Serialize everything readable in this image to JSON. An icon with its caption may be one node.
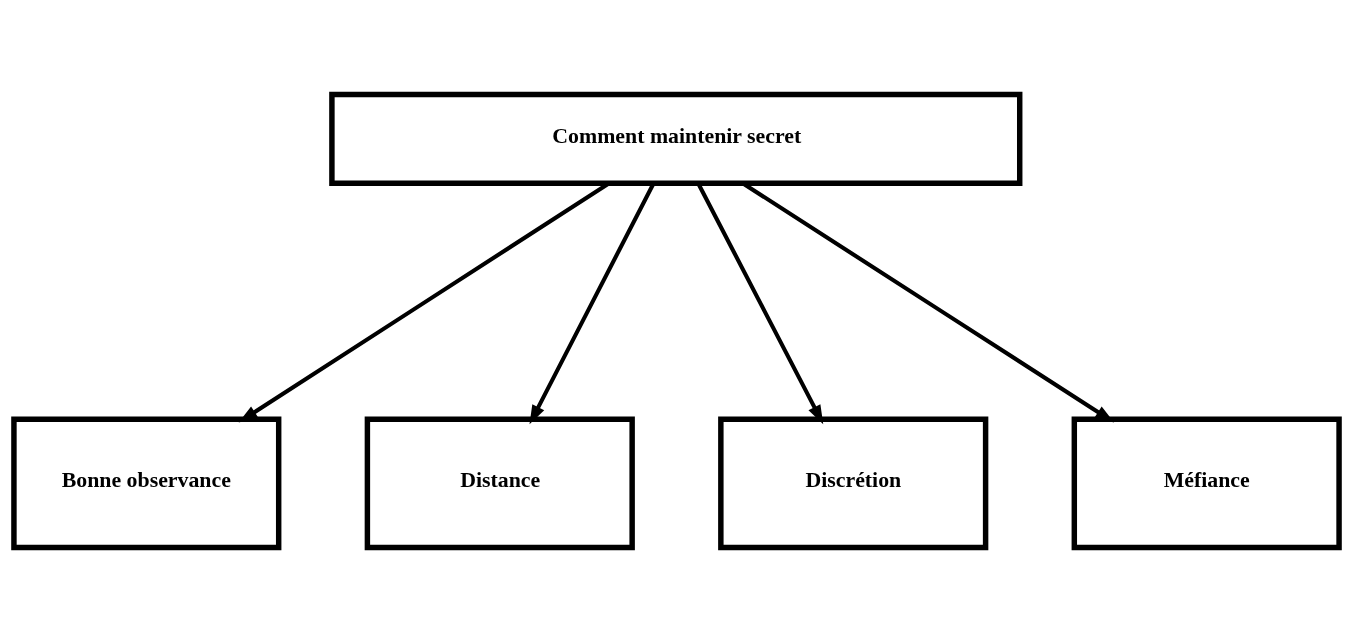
{
  "diagram": {
    "nodes": [
      {
        "text": [
          "Comment maintenir secret"
        ]
      },
      {
        "text": [
          "Bonne observance"
        ]
      },
      {
        "text": [
          "Distance"
        ]
      },
      {
        "text": [
          "Discrétion"
        ]
      },
      {
        "text": [
          "Méfiance"
        ]
      }
    ],
    "edges": [
      {
        "from": 0,
        "to": 1,
        "arrow": "to"
      },
      {
        "from": 0,
        "to": 2,
        "arrow": "to"
      },
      {
        "from": 0,
        "to": 3,
        "arrow": "to"
      },
      {
        "from": 0,
        "to": 4,
        "arrow": "to"
      }
    ]
  }
}
